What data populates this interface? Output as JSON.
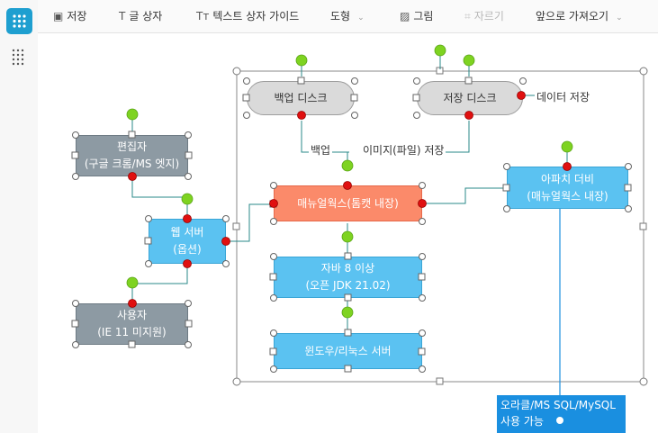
{
  "toolbar": {
    "save": "저장",
    "textbox": "글 상자",
    "textbox_guide": "텍스트 상자 가이드",
    "shape": "도형",
    "image": "그림",
    "crop": "자르기",
    "bring_front": "앞으로 가져오기"
  },
  "diagram": {
    "editor": {
      "line1": "편집자",
      "line2": "(구글 크롬/MS 엣지)"
    },
    "webserver": {
      "line1": "웹 서버",
      "line2": "(옵션)"
    },
    "user": {
      "line1": "사용자",
      "line2": "(IE 11 미지원)"
    },
    "backup_disk": "백업 디스크",
    "storage_disk": "저장 디스크",
    "manual_works": "매뉴얼웍스(톰캣 내장)",
    "java": {
      "line1": "자바 8 이상",
      "line2": "(오픈 JDK 21.02)"
    },
    "os": "윈도우/리눅스 서버",
    "apache_derby": {
      "line1": "아파치 더비",
      "line2": "(매뉴얼웍스 내장)"
    },
    "label_backup": "백업",
    "label_image_save": "이미지(파일) 저장",
    "label_data_save": "데이터 저장",
    "callout": {
      "line1": "오라클/MS SQL/MySQL",
      "line2": "사용 가능"
    }
  },
  "colors": {
    "accent": "#1e9fd0",
    "gray_box": "#8d9aa3",
    "blue_box": "#5bc2f1",
    "orange_box": "#fb8a6a",
    "disk": "#dadada",
    "connector_red": "#e01010",
    "handle_green": "#7ed321",
    "callout": "#1a8fe0"
  }
}
